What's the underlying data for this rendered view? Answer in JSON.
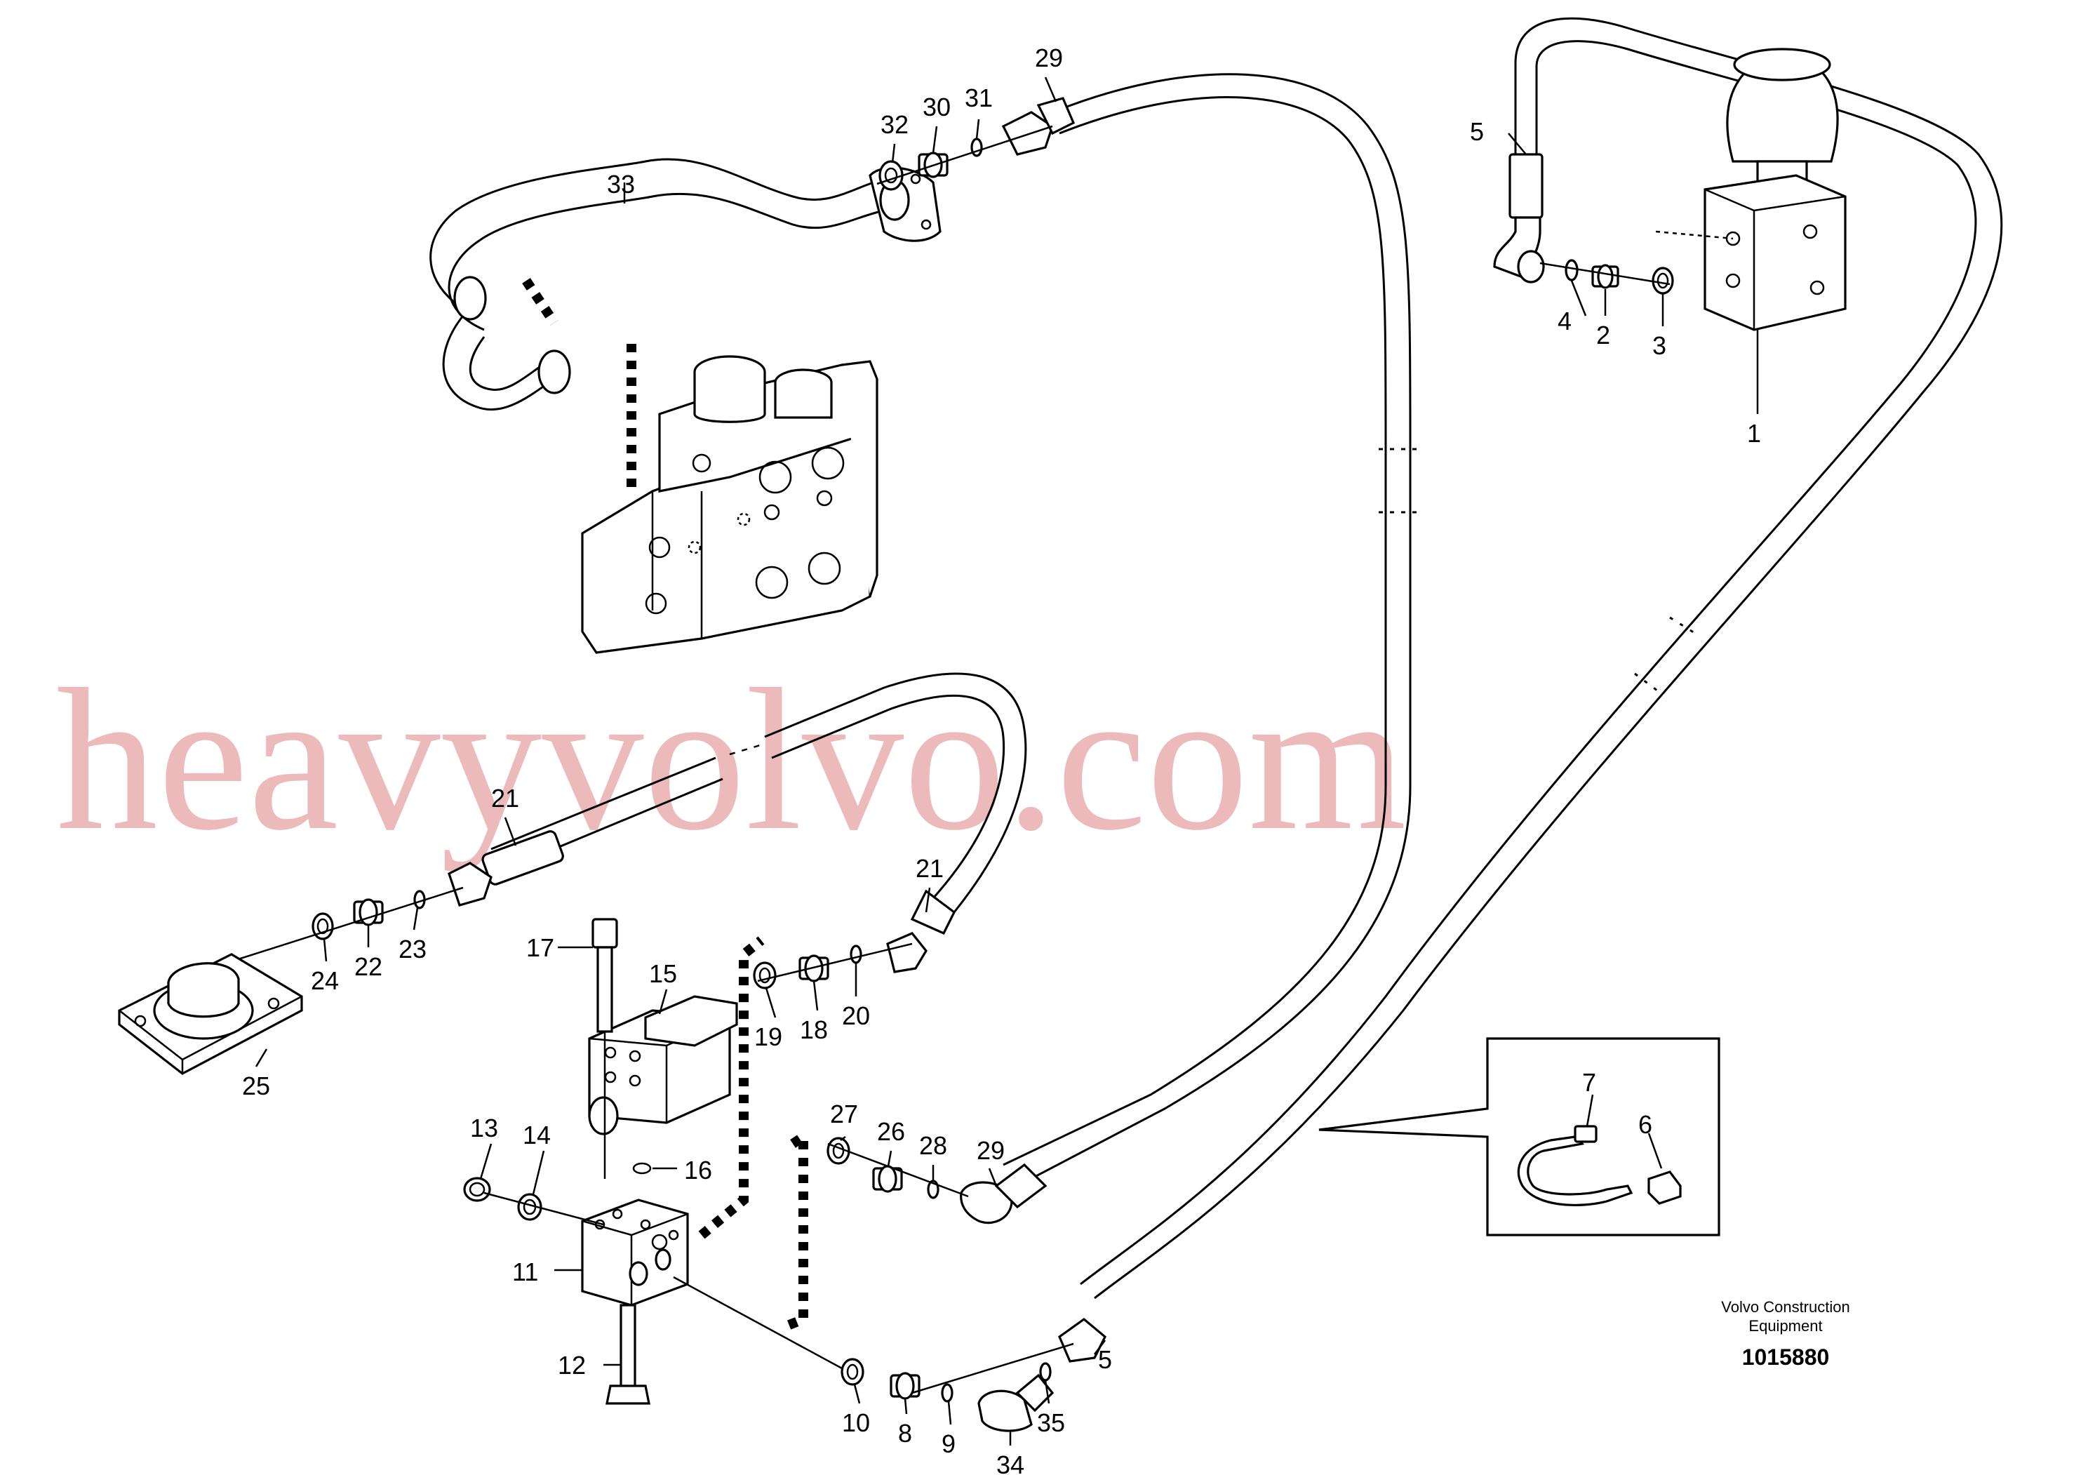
{
  "watermark": "heavyvolvo.com",
  "manufacturer_line1": "Volvo Construction",
  "manufacturer_line2": "Equipment",
  "document_number": "1015880",
  "callouts": [
    "1",
    "2",
    "3",
    "4",
    "5",
    "5",
    "6",
    "7",
    "8",
    "9",
    "10",
    "11",
    "12",
    "13",
    "14",
    "15",
    "16",
    "17",
    "18",
    "19",
    "20",
    "21",
    "21",
    "22",
    "23",
    "24",
    "25",
    "26",
    "27",
    "28",
    "29",
    "29",
    "30",
    "31",
    "32",
    "33",
    "34",
    "35"
  ]
}
